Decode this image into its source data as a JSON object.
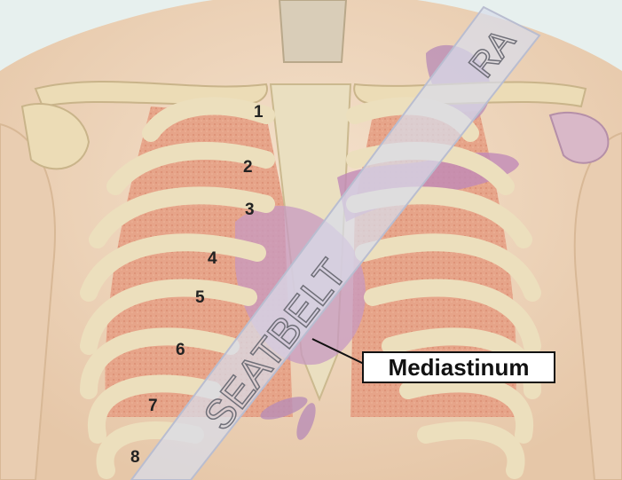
{
  "image": {
    "subject": "anterior chest skeleton with seatbelt band across the thorax",
    "colors": {
      "background": "#e8f1ef",
      "skin": "#efd7bf",
      "bone": "#e9dcb8",
      "lung": "#e7a58a",
      "organ": "#b98fb8",
      "seatbelt": "#d7dbe8"
    }
  },
  "rib_labels": [
    "1",
    "2",
    "3",
    "4",
    "5",
    "6",
    "7",
    "8"
  ],
  "seatbelt": {
    "label": "SEATBELT",
    "upper_text": "RA"
  },
  "callout": {
    "label": "Mediastinum"
  }
}
